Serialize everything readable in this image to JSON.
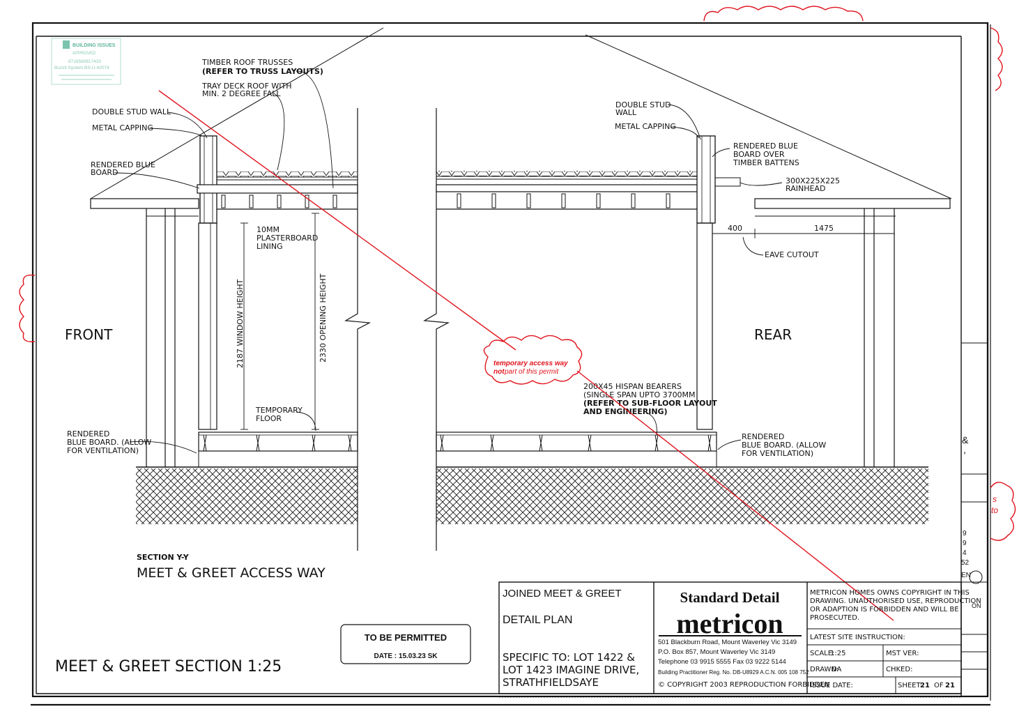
{
  "stamp": {
    "logo_text": "BUILDING ISSUES",
    "approved": "APPROVED",
    "number": "8716580817433",
    "system": "Buzzit System BS-U-42074"
  },
  "labels": {
    "timber_trusses_1": "TIMBER ROOF TRUSSES",
    "timber_trusses_2": "(REFER TO TRUSS LAYOUTS)",
    "tray_deck_1": "TRAY DECK ROOF WITH",
    "tray_deck_2": "MIN. 2 DEGREE FALL",
    "double_stud_left": "DOUBLE STUD WALL",
    "metal_capping_left": "METAL CAPPING",
    "rendered_blue_left_1": "RENDERED BLUE",
    "rendered_blue_left_2": "BOARD",
    "double_stud_right_1": "DOUBLE STUD",
    "double_stud_right_2": "WALL",
    "metal_capping_right": "METAL CAPPING",
    "rendered_blue_right_1": "RENDERED BLUE",
    "rendered_blue_right_2": "BOARD OVER",
    "rendered_blue_right_3": "TIMBER BATTENS",
    "rainhead_1": "300X225X225",
    "rainhead_2": "RAINHEAD",
    "dim_400": "400",
    "dim_1475": "1475",
    "eave_cutout": "EAVE CUTOUT",
    "plasterboard_1": "10MM",
    "plasterboard_2": "PLASTERBOARD",
    "plasterboard_3": "LINING",
    "window_height": "2187 WINDOW HEIGHT",
    "opening_height": "2330 OPENING HEIGHT",
    "front": "FRONT",
    "rear": "REAR",
    "temp_floor_1": "TEMPORARY",
    "temp_floor_2": "FLOOR",
    "bearers_1": "200X45 HISPAN BEARERS",
    "bearers_2": "(SINGLE SPAN UPTO 3700MM",
    "bearers_3": "(REFER TO SUB-FLOOR LAYOUT",
    "bearers_4": "AND ENGINEERING)",
    "vent_left_1": "RENDERED",
    "vent_left_2": "BLUE BOARD. (ALLOW",
    "vent_left_3": "FOR VENTILATION)",
    "vent_right_1": "RENDERED",
    "vent_right_2": "BLUE BOARD. (ALLOW",
    "vent_right_3": "FOR VENTILATION)",
    "section_ref": "SECTION Y-Y",
    "section_title": "MEET & GREET ACCESS WAY",
    "main_title": "MEET & GREET SECTION 1:25"
  },
  "cloud_note": {
    "line1": "temporary access way",
    "line2_bold": "not",
    "line2_rest": " part of this permit"
  },
  "side_fragments": {
    "amp": "&",
    "comma": ",",
    "s": "s",
    "to": "to",
    "n9": "9",
    "n9b": "9",
    "n4": "4",
    "n52": "52",
    "en": "EN",
    "on": "ON"
  },
  "permit_stamp": {
    "title": "TO BE PERMITTED",
    "date": "DATE : 15.03.23 SK"
  },
  "title_block": {
    "project_1": "JOINED MEET & GREET",
    "project_2": "DETAIL PLAN",
    "specific_1": "SPECIFIC TO: LOT 1422 &",
    "specific_2": "LOT 1423 IMAGINE DRIVE,",
    "specific_3": "STRATHFIELDSAYE",
    "standard_detail": "Standard Detail",
    "brand": "metricon",
    "address_1": "501 Blackburn Road, Mount Waverley Vic 3149",
    "address_2": "P.O. Box 857, Mount Waverley Vic 3149",
    "phone": "Telephone 03 9915 5555 Fax 03 9222 5144",
    "registration": "Building Practitioner Reg. No. DB-U8929 A.C.N. 005 108 752",
    "copyright": "© COPYRIGHT 2003 REPRODUCTION FORBIDDEN",
    "notice_1": "METRICON HOMES OWNS COPYRIGHT IN THIS",
    "notice_2": "DRAWING. UNAUTHORISED USE, REPRODUCTION",
    "notice_3": "OR ADAPTION IS FORBIDDEN AND WILL BE",
    "notice_4": "PROSECUTED.",
    "latest_site": "LATEST SITE INSTRUCTION:",
    "scale_label": "SCALE:",
    "scale_value": "1:25",
    "mst_ver": "MST VER:",
    "drawn_label": "DRAWN:",
    "drawn_value": "DA",
    "chked": "CHKED:",
    "issue_date": "ISSUE DATE:",
    "sheet_label": "SHEET:",
    "sheet_value": "21",
    "sheet_of": "OF",
    "sheet_total": "21"
  },
  "colors": {
    "ink": "#111111",
    "markup_red": "#e0141e",
    "stamp_teal": "#5fb39b"
  }
}
